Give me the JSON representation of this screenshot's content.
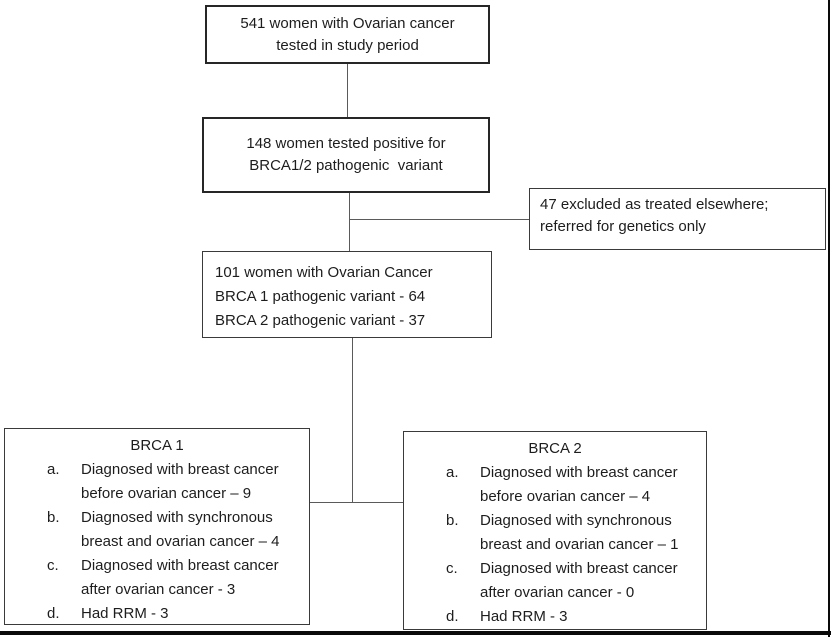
{
  "flowchart": {
    "box_tested_total": {
      "lines": [
        "541 women with Ovarian cancer",
        "tested in study period"
      ]
    },
    "box_tested_positive": {
      "lines": [
        "148 women tested positive for",
        "BRCA1/2 pathogenic  variant"
      ]
    },
    "box_excluded": {
      "lines": [
        "47 excluded as treated elsewhere;",
        "referred for genetics only"
      ]
    },
    "box_cohort": {
      "lines": [
        "101 women with Ovarian Cancer",
        "BRCA 1 pathogenic variant - 64",
        "BRCA 2 pathogenic variant - 37"
      ]
    },
    "brca1": {
      "title": "BRCA 1",
      "items": [
        {
          "letter": "a.",
          "lines": [
            "Diagnosed with breast cancer",
            "before ovarian cancer – 9"
          ]
        },
        {
          "letter": "b.",
          "lines": [
            "Diagnosed with synchronous",
            "breast and ovarian cancer – 4"
          ]
        },
        {
          "letter": "c.",
          "lines": [
            "Diagnosed with breast cancer",
            "after ovarian cancer - 3"
          ]
        },
        {
          "letter": "d.",
          "lines": [
            "Had RRM - 3"
          ]
        }
      ]
    },
    "brca2": {
      "title": "BRCA 2",
      "items": [
        {
          "letter": "a.",
          "lines": [
            "Diagnosed with breast cancer",
            "before ovarian cancer – 4"
          ]
        },
        {
          "letter": "b.",
          "lines": [
            "Diagnosed with synchronous",
            "breast and ovarian cancer – 1"
          ]
        },
        {
          "letter": "c.",
          "lines": [
            "Diagnosed with breast cancer",
            "after ovarian cancer - 0"
          ]
        },
        {
          "letter": "d.",
          "lines": [
            "Had RRM - 3"
          ]
        }
      ]
    },
    "colors": {
      "box_border": "#262626",
      "connector": "#5a5a5a",
      "text": "#1d1d1d",
      "frame": "#0a0a0a",
      "background": "#ffffff"
    }
  }
}
